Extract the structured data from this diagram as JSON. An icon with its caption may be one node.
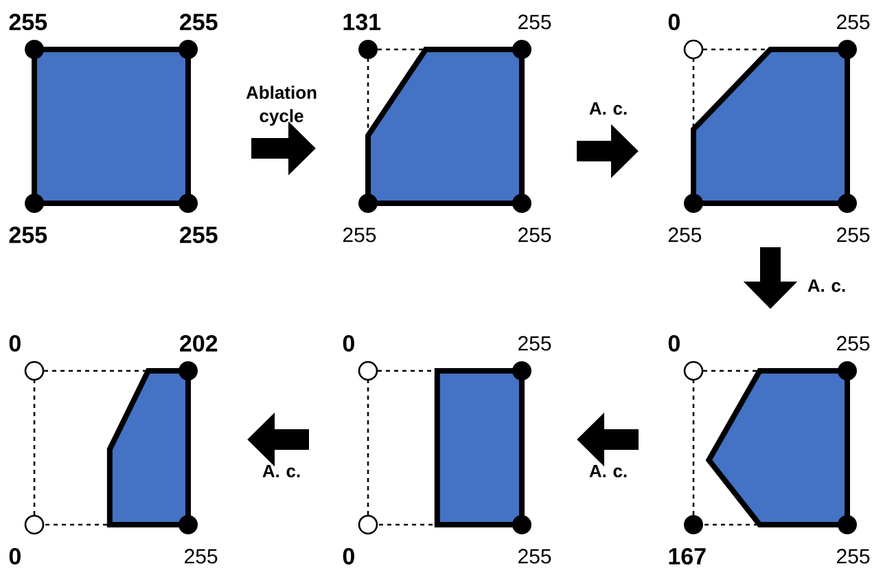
{
  "diagram": {
    "nodes": [
      {
        "text": [],
        "shape": "box",
        "beside": [
          "255",
          "255",
          "255",
          "255"
        ]
      },
      {
        "text": [],
        "shape": "box",
        "beside": [
          "131",
          "255",
          "255",
          "255"
        ]
      },
      {
        "text": [],
        "shape": "box",
        "beside": [
          "0",
          "255",
          "255",
          "255"
        ]
      },
      {
        "text": [],
        "shape": "box",
        "beside": [
          "0",
          "255",
          "167",
          "255"
        ]
      },
      {
        "text": [],
        "shape": "box",
        "beside": [
          "0",
          "255",
          "0",
          "255"
        ]
      },
      {
        "text": [],
        "shape": "box",
        "beside": [
          "0",
          "202",
          "0",
          "255"
        ]
      }
    ],
    "edges": [
      {
        "from": 0,
        "to": 1,
        "arrow": "to",
        "label": "Ablation cycle"
      },
      {
        "from": 1,
        "to": 2,
        "arrow": "to",
        "label": "A. c."
      },
      {
        "from": 2,
        "to": 3,
        "arrow": "to",
        "label": "A. c."
      },
      {
        "from": 3,
        "to": 4,
        "arrow": "to",
        "label": "A. c."
      },
      {
        "from": 4,
        "to": 5,
        "arrow": "to",
        "label": "A. c."
      }
    ]
  }
}
